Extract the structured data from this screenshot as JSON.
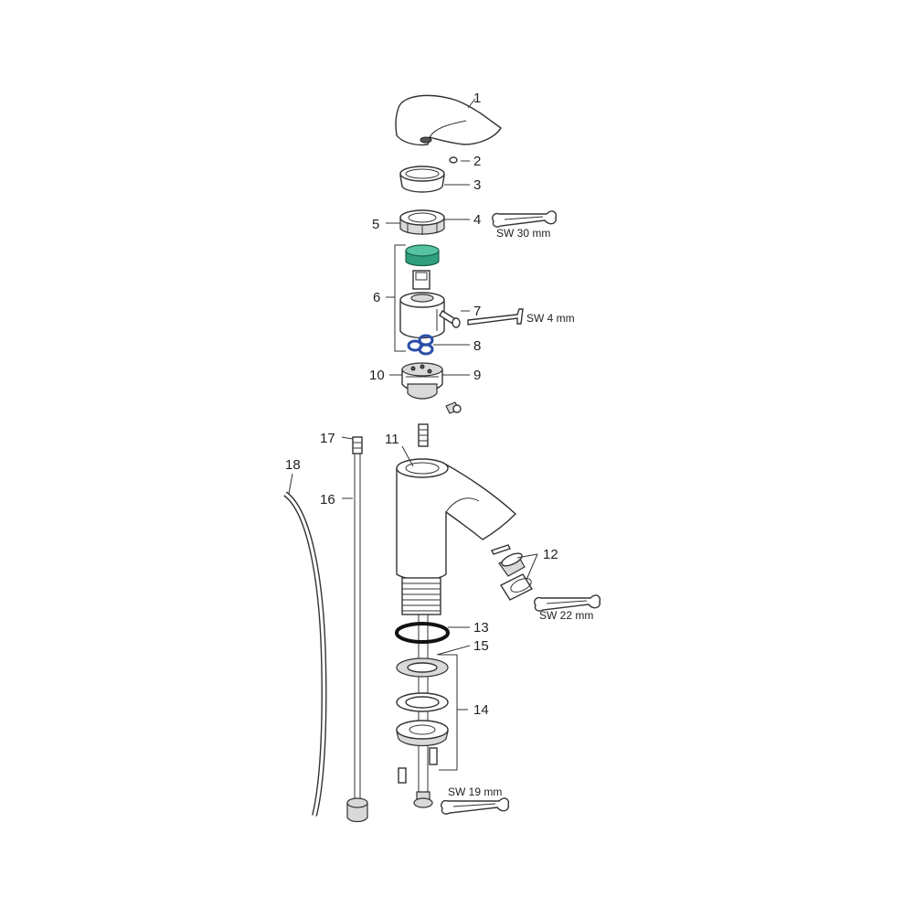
{
  "diagram": {
    "callouts": [
      {
        "id": "1",
        "label": "1"
      },
      {
        "id": "2",
        "label": "2"
      },
      {
        "id": "3",
        "label": "3"
      },
      {
        "id": "4",
        "label": "4"
      },
      {
        "id": "5",
        "label": "5"
      },
      {
        "id": "6",
        "label": "6"
      },
      {
        "id": "7",
        "label": "7"
      },
      {
        "id": "8",
        "label": "8"
      },
      {
        "id": "9",
        "label": "9"
      },
      {
        "id": "10",
        "label": "10"
      },
      {
        "id": "11",
        "label": "11"
      },
      {
        "id": "12",
        "label": "12"
      },
      {
        "id": "13",
        "label": "13"
      },
      {
        "id": "14",
        "label": "14"
      },
      {
        "id": "15",
        "label": "15"
      },
      {
        "id": "16",
        "label": "16"
      },
      {
        "id": "17",
        "label": "17"
      },
      {
        "id": "18",
        "label": "18"
      }
    ],
    "tools": {
      "wrench_30": "SW 30 mm",
      "hex_4": "SW 4 mm",
      "wrench_22": "SW 22 mm",
      "wrench_19": "SW 19 mm"
    },
    "colors": {
      "cartridge_cap": "#2e9e7e",
      "o_rings": "#2a4fa8",
      "line": "#333333"
    }
  }
}
